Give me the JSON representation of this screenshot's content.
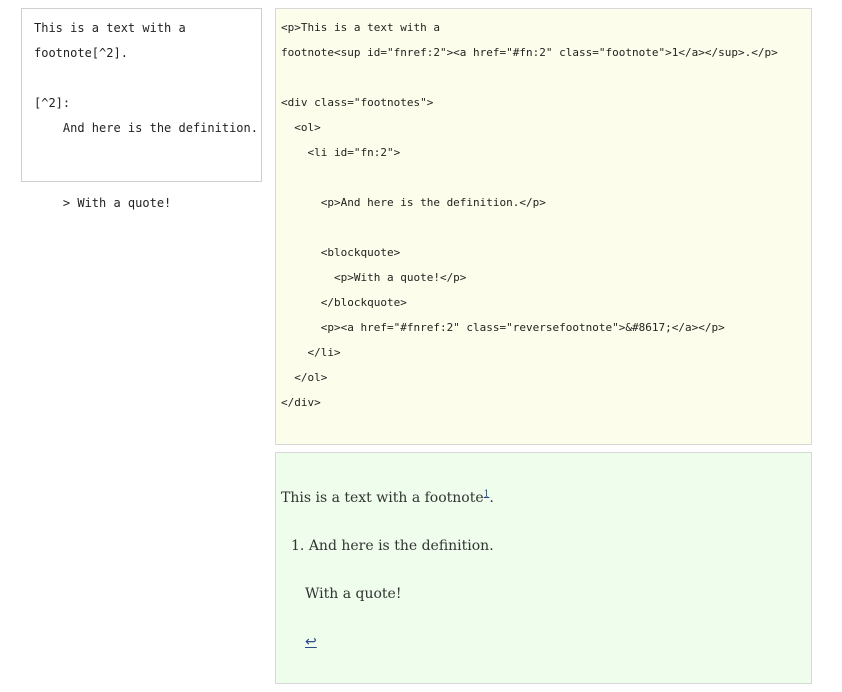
{
  "source": {
    "text": "This is a text with a\nfootnote[^2].\n\n[^2]:\n    And here is the definition.\n\n\n    > With a quote!"
  },
  "code": {
    "text": "<p>This is a text with a\nfootnote<sup id=\"fnref:2\"><a href=\"#fn:2\" class=\"footnote\">1</a></sup>.</p>\n\n<div class=\"footnotes\">\n  <ol>\n    <li id=\"fn:2\">\n\n      <p>And here is the definition.</p>\n\n      <blockquote>\n        <p>With a quote!</p>\n      </blockquote>\n      <p><a href=\"#fnref:2\" class=\"reversefootnote\">&#8617;</a></p>\n    </li>\n  </ol>\n</div>"
  },
  "preview": {
    "paragraph_text": "This is a text with a footnote",
    "footnote_ref": "1",
    "paragraph_end": ".",
    "footnote_number": "1.",
    "footnote_definition": "And here is the definition.",
    "footnote_quote": "With a quote!",
    "return_symbol": "↩"
  },
  "colors": {
    "code_background": "#fdfdeb",
    "preview_background": "#eefdec",
    "link": "#2b4a8c"
  }
}
